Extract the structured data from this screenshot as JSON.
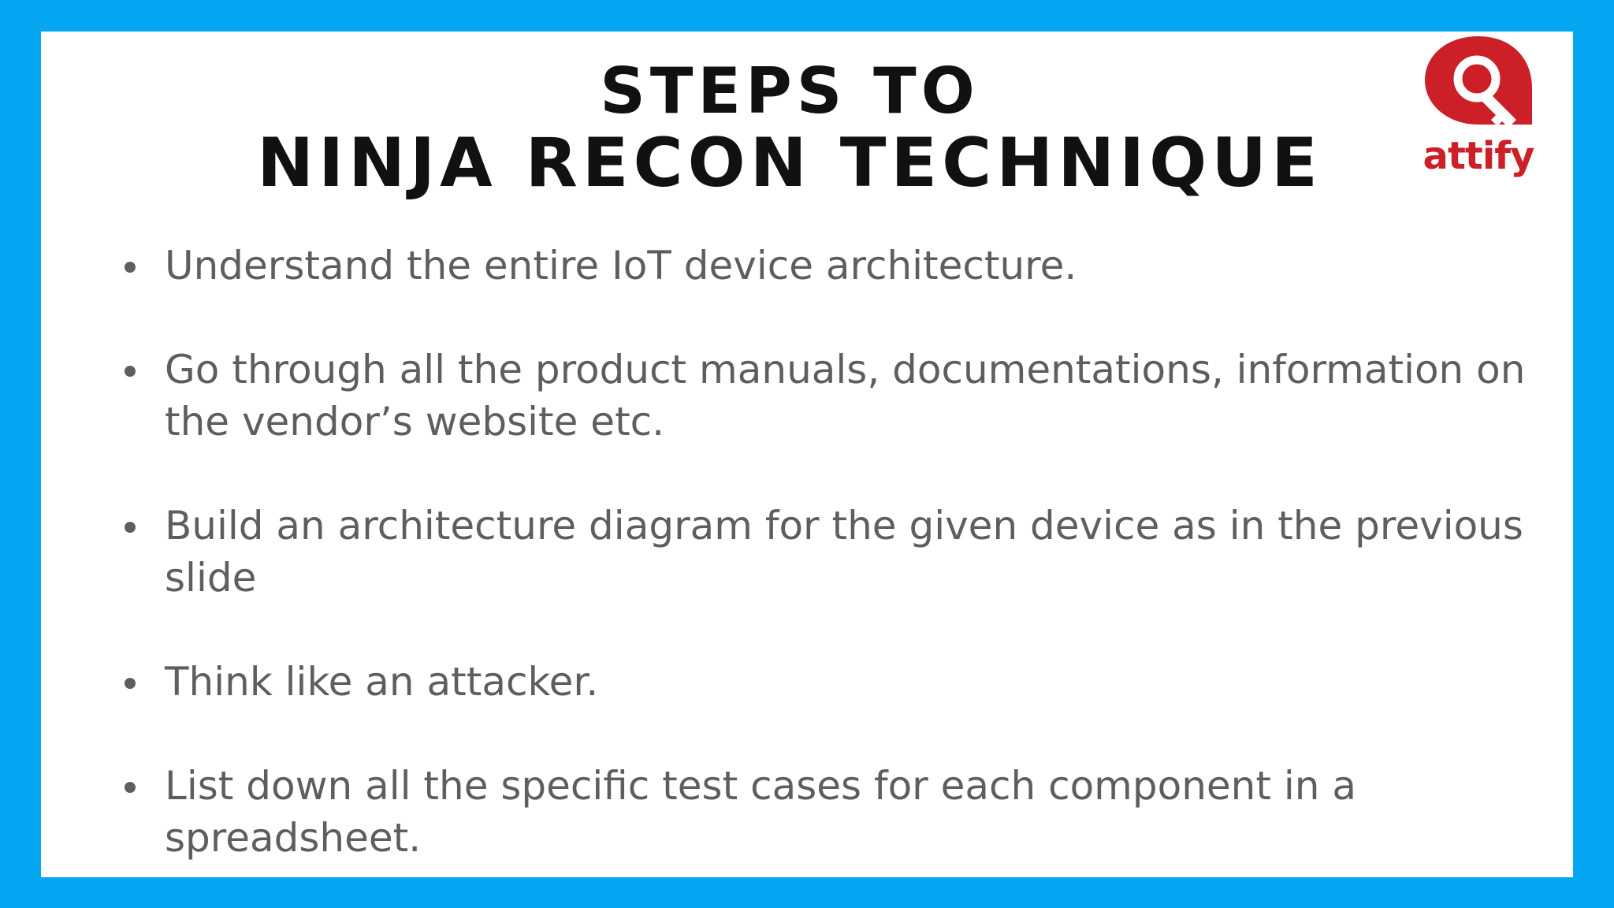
{
  "slide": {
    "title_line1": "STEPS TO",
    "title_line2": "NINJA RECON TECHNIQUE",
    "logo_text": "attify",
    "bullets": [
      "Understand the entire IoT device architecture.",
      "Go through all the product manuals, documentations, information on the vendor’s website etc.",
      "Build an architecture diagram for the given device as in the previous slide",
      "Think like an attacker.",
      "List down all the specific test cases for each component in a spreadsheet."
    ]
  },
  "colors": {
    "border": "#05a7f2",
    "background": "#ffffff",
    "title": "#111111",
    "bullet_text": "#5e5e5e",
    "logo_red": "#cc1f27"
  }
}
